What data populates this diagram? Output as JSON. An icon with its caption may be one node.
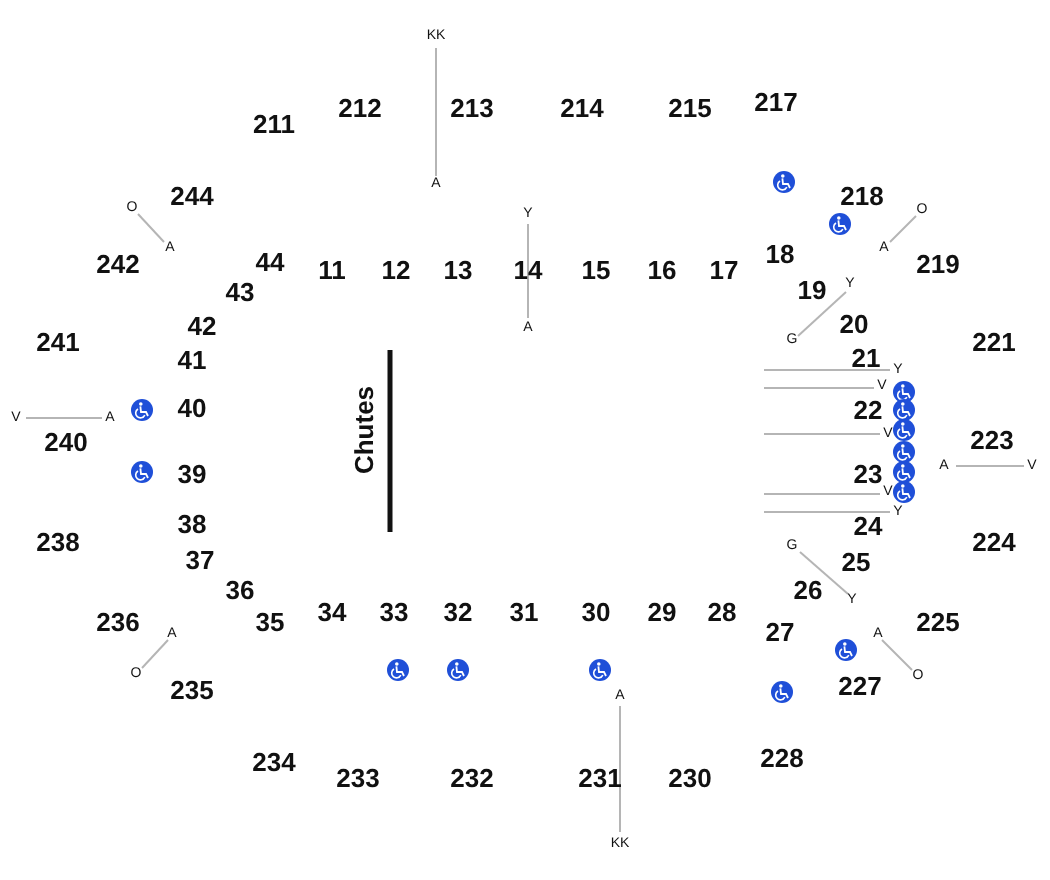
{
  "diagram": {
    "labels": [
      "KK",
      "211",
      "212",
      "213",
      "214",
      "215",
      "217",
      "O",
      "244",
      "A",
      "Y",
      "218",
      "O",
      "242",
      "A",
      "44",
      "11",
      "12",
      "13",
      "14",
      "15",
      "16",
      "17",
      "18",
      "A",
      "219",
      "43",
      "19",
      "Y",
      "241",
      "42",
      "A",
      "G",
      "20",
      "221",
      "41",
      "21",
      "Y",
      "V",
      "V",
      "240",
      "A",
      "40",
      "Chutes",
      "22",
      "V",
      "223",
      "39",
      "23",
      "A",
      "V",
      "V",
      "Y",
      "238",
      "38",
      "G",
      "24",
      "224",
      "37",
      "25",
      "36",
      "26",
      "Y",
      "236",
      "A",
      "35",
      "34",
      "33",
      "32",
      "31",
      "30",
      "29",
      "28",
      "27",
      "A",
      "225",
      "O",
      "235",
      "A",
      "227",
      "O",
      "234",
      "233",
      "232",
      "231",
      "230",
      "228",
      "KK"
    ]
  }
}
